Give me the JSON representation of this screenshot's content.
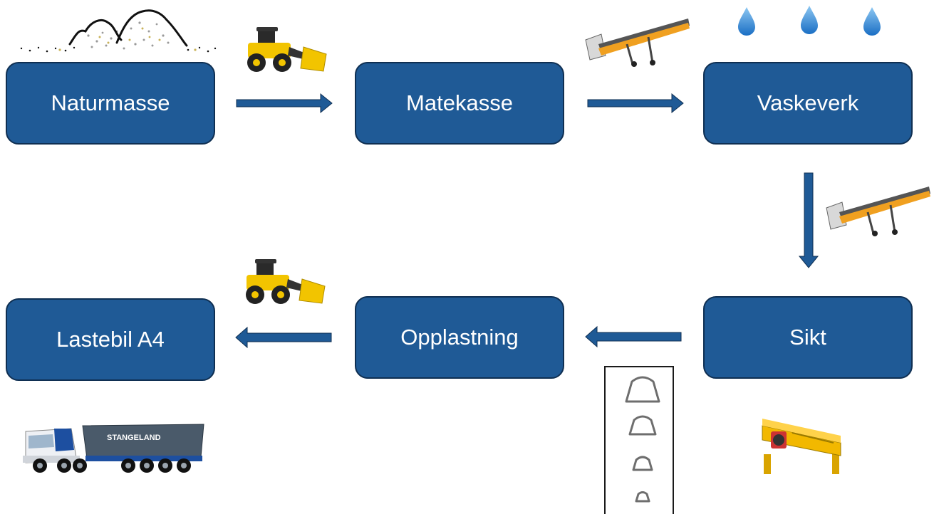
{
  "nodes": {
    "naturmasse": "Naturmasse",
    "matekasse": "Matekasse",
    "vaskeverk": "Vaskeverk",
    "sikt": "Sikt",
    "opplastning": "Opplastning",
    "lastebil": "Lastebil A4"
  },
  "truck_brand": "STANGELAND",
  "colors": {
    "box_fill": "#1f5a96",
    "box_border": "#0f2f52",
    "arrow": "#1f5a96",
    "machine_yellow": "#f2c400",
    "water": "#3a8fd8"
  },
  "icons": [
    "gravel-pile-icon",
    "wheel-loader-icon",
    "conveyor-belt-icon",
    "water-drop-icon",
    "vibrating-screen-icon",
    "dump-truck-icon",
    "particle-size-icon"
  ]
}
